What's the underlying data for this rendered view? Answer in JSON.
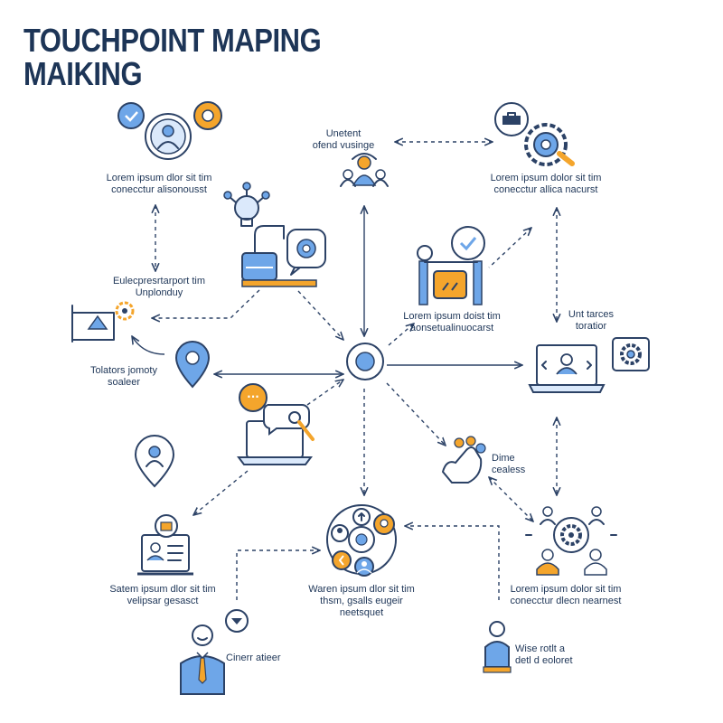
{
  "title": {
    "line1": "TOUCHPOINT MAPING",
    "line2": "MAIKING"
  },
  "colors": {
    "navy": "#1d3557",
    "line": "#2c4266",
    "blue": "#6ea6e8",
    "orange": "#f4a52c"
  },
  "labels": {
    "top_left": {
      "line1": "Lorem ipsum dlor sit tim",
      "line2": "conecctur alisonousst"
    },
    "top_center": {
      "line1": "Unetent",
      "line2": "ofend vusinge"
    },
    "top_right": {
      "line1": "Lorem ipsum dolor sit tim",
      "line2": "conecctur allica nacurst"
    },
    "mid_left": {
      "line1": "Eulecpresrtarport tim",
      "line2": "Unplonduy"
    },
    "gate": {
      "line1": "Lorem ipsum doist tim",
      "line2": "aonsetualinuocarst"
    },
    "right_mid": {
      "line1": "Unt tarces",
      "line2": "toratior"
    },
    "location": {
      "line1": "Tolators jomoty",
      "line2": "soaleer"
    },
    "hand": {
      "line1": "Dime",
      "line2": "cealess"
    },
    "bottom_left": {
      "line1": "Satem ipsum dlor sit tim",
      "line2": "velipsar gesasct"
    },
    "bottom_center": {
      "line1": "Waren ipsum dlor sit tim",
      "line2": "thsm, gsalls eugeir",
      "line3": "neetsquet"
    },
    "bottom_right": {
      "line1": "Lorem ipsum dolor sit tim",
      "line2": "conecctur dlecn nearnest"
    },
    "customer": {
      "line1": "Cinerr atieer"
    },
    "wise": {
      "line1": "Wise rotlt a",
      "line2": "detl d eoloret"
    }
  }
}
